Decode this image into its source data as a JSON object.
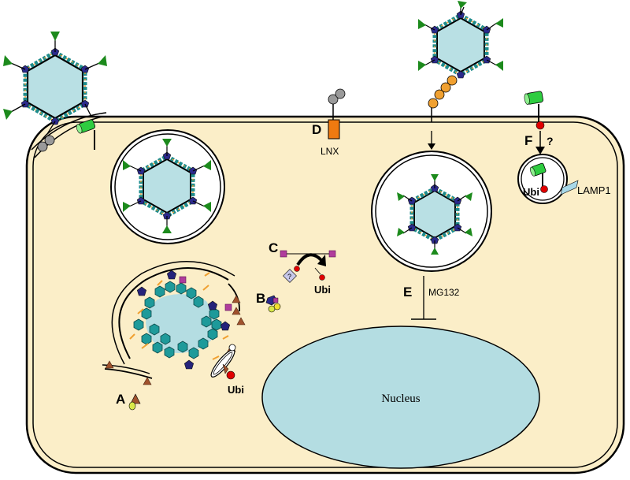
{
  "labels": {
    "a": "A",
    "b": "B",
    "c": "C",
    "d": "D",
    "e": "E",
    "f": "F",
    "lnx": "LNX",
    "mg132": "MG132",
    "lamp1": "LAMP1",
    "nucleus": "Nucleus",
    "ubi_left": "Ubi",
    "ubi_center": "Ubi",
    "ubi_right": "Ubi",
    "question_f": "?",
    "question_c": "?"
  },
  "colors": {
    "cytoplasm": "#fbeec8",
    "nucleus": "#b4dde2",
    "capsid_core": "#b9e0e4",
    "hexon": "#1e8c8c",
    "penton": "#2b2a8c",
    "fiber": "#1c8a1c",
    "orange": "#f0a030",
    "brown": "#a0522d",
    "magenta": "#b03c9c",
    "green_receptor": "#2ecc40",
    "red_ubi": "#e00000",
    "lamp1": "#a8d8e8"
  }
}
